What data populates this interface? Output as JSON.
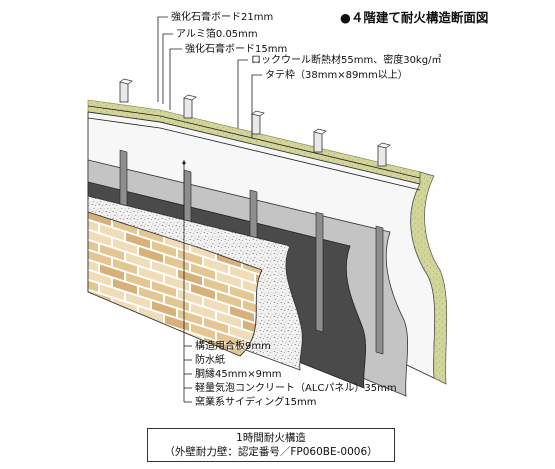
{
  "title": "●４階建て耐火構造断面図",
  "labels_top": [
    "強化石膏ボード21mm",
    "アルミ箔0.05mm",
    "強化石膏ボード15mm",
    "ロックウール断熱材55mm、密度30kg/㎥",
    "タテ枠（38mm×89mm以上）"
  ],
  "labels_bottom": [
    "構造用合板9mm",
    "防水紙",
    "胴縁45mm×9mm",
    "軽量気泡コンクリート（ALCパネル）35mm",
    "窯業系サイディング15mm"
  ],
  "caption": {
    "line1": "1時間耐火構造",
    "line2": "（外壁耐力壁：認定番号／FP060BE-0006）"
  },
  "colors": {
    "drywall": "#f7f7f7",
    "insulation": "#d2d69a",
    "insulation_top": "#e8ebc2",
    "osb": "#c4c4c4",
    "paper": "#4a4a4a",
    "stud": "#e9e9e9",
    "furring": "#8d8d8d",
    "alc": "#f2f2f2",
    "brick_light": "#f0dcb7",
    "brick_mid": "#e4c692",
    "brick_dark": "#d7b07a",
    "mortar": "#ffffff"
  }
}
